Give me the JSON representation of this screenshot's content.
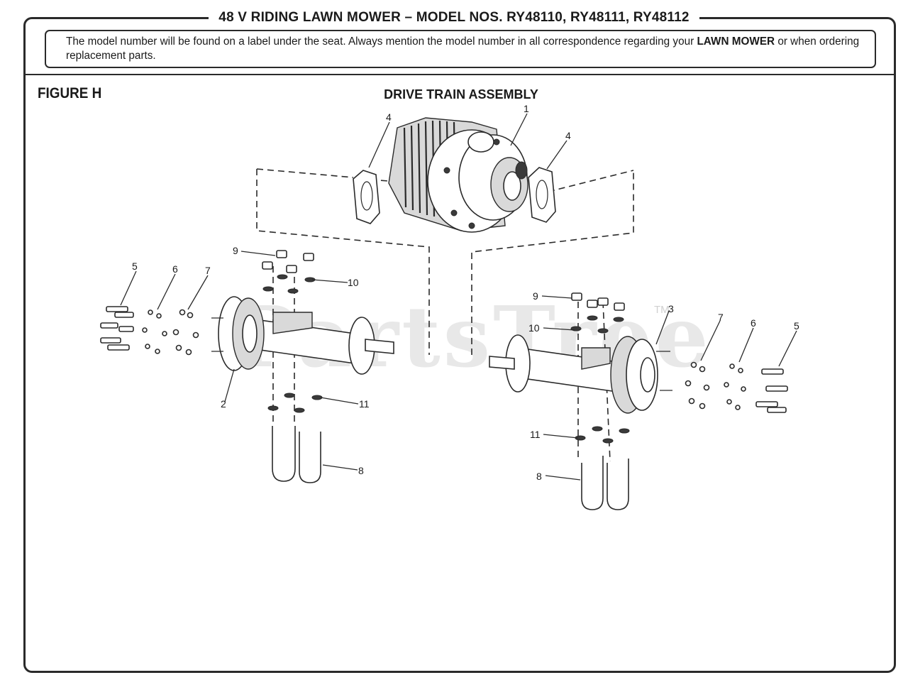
{
  "document": {
    "title": "48 V RIDING LAWN MOWER – MODEL NOS. RY48110, RY48111, RY48112",
    "notice_text": "The model number will be found on a label under the seat. Always mention the model number in all correspondence regarding your",
    "notice_emphasis": "LAWN MOWER",
    "notice_text_end": "or when ordering replacement parts.",
    "figure_label": "FIGURE H",
    "diagram_title": "DRIVE TRAIN ASSEMBLY"
  },
  "watermark": {
    "text": "PartsTree",
    "trademark": "TM"
  },
  "callouts": {
    "motor": "1",
    "hub_left": "2",
    "hub_right": "3",
    "gasket_left": "4",
    "gasket_right": "4",
    "bolt_left": "5",
    "washer_left": "6",
    "lockwasher_left": "7",
    "nut_left": "9",
    "washer_top_left": "10",
    "washer_bottom_left": "11",
    "ubolt_left": "8",
    "nut_right": "9",
    "washer_top_right": "10",
    "washer_bottom_right": "11",
    "ubolt_right": "8",
    "lockwasher_right": "7",
    "washer_right": "6",
    "bolt_right": "5"
  }
}
